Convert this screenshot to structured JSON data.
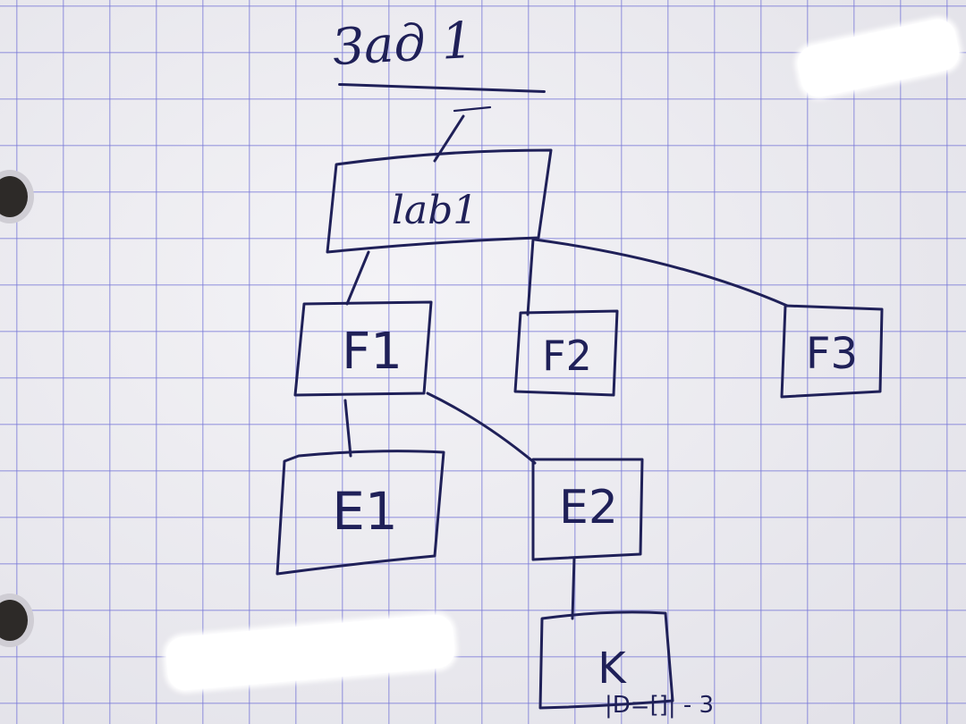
{
  "title": "Зад 1",
  "nodes": {
    "lab1": "lab1",
    "f1": "F1",
    "f2": "F2",
    "f3": "F3",
    "e1": "E1",
    "e2": "E2",
    "k": "K"
  },
  "bottom_note": "|D=[]| - 3",
  "colors": {
    "ink": "#1f2058",
    "grid": "#7878d7",
    "paper": "#eeedf2"
  }
}
